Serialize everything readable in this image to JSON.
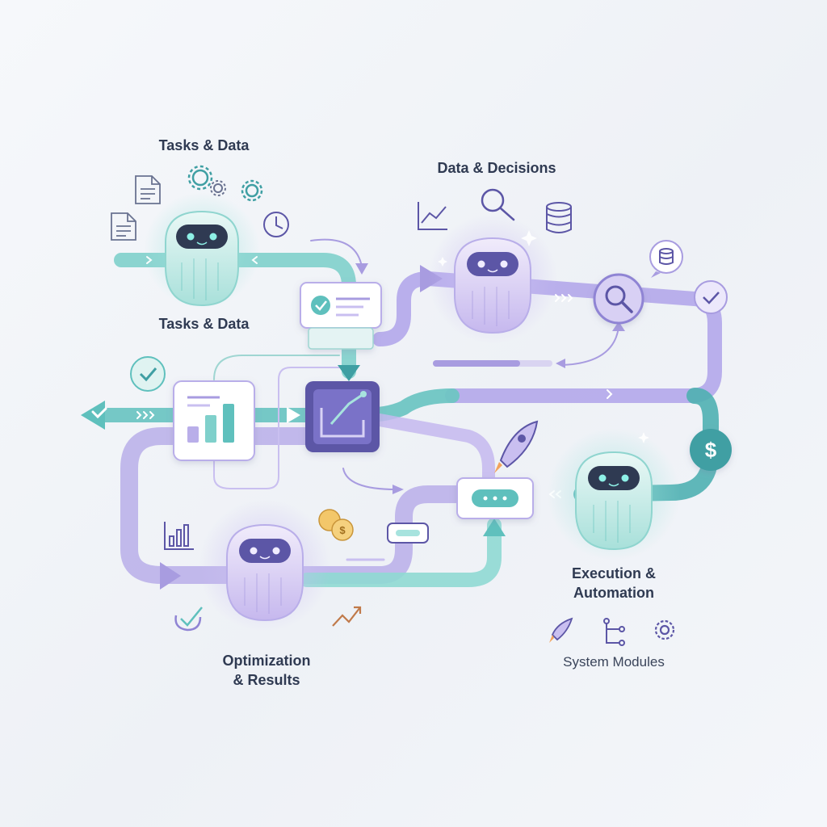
{
  "labels": {
    "tasks_data_top": "Tasks & Data",
    "tasks_data_mid": "Tasks & Data",
    "data_decisions": "Data & Decisions",
    "execution_line1": "Execution &",
    "execution_line2": "Automation",
    "optimization_line1": "Optimization",
    "optimization_line2": "& Results",
    "system_modules": "System Modules"
  },
  "symbols": {
    "dollar": "$"
  },
  "colors": {
    "teal": "#5fc0bd",
    "teal_dark": "#3f9fa3",
    "lavender": "#a89ce0",
    "purple_dark": "#5c56a6",
    "navy": "#2f3a52"
  },
  "icons": [
    "document-icon",
    "gear-icon",
    "clock-icon",
    "line-chart-icon",
    "magnifier-icon",
    "database-icon",
    "check-icon",
    "dollar-icon",
    "rocket-icon",
    "bar-chart-icon",
    "coins-icon",
    "trend-arrow-icon",
    "flow-icon",
    "robot-icon"
  ]
}
